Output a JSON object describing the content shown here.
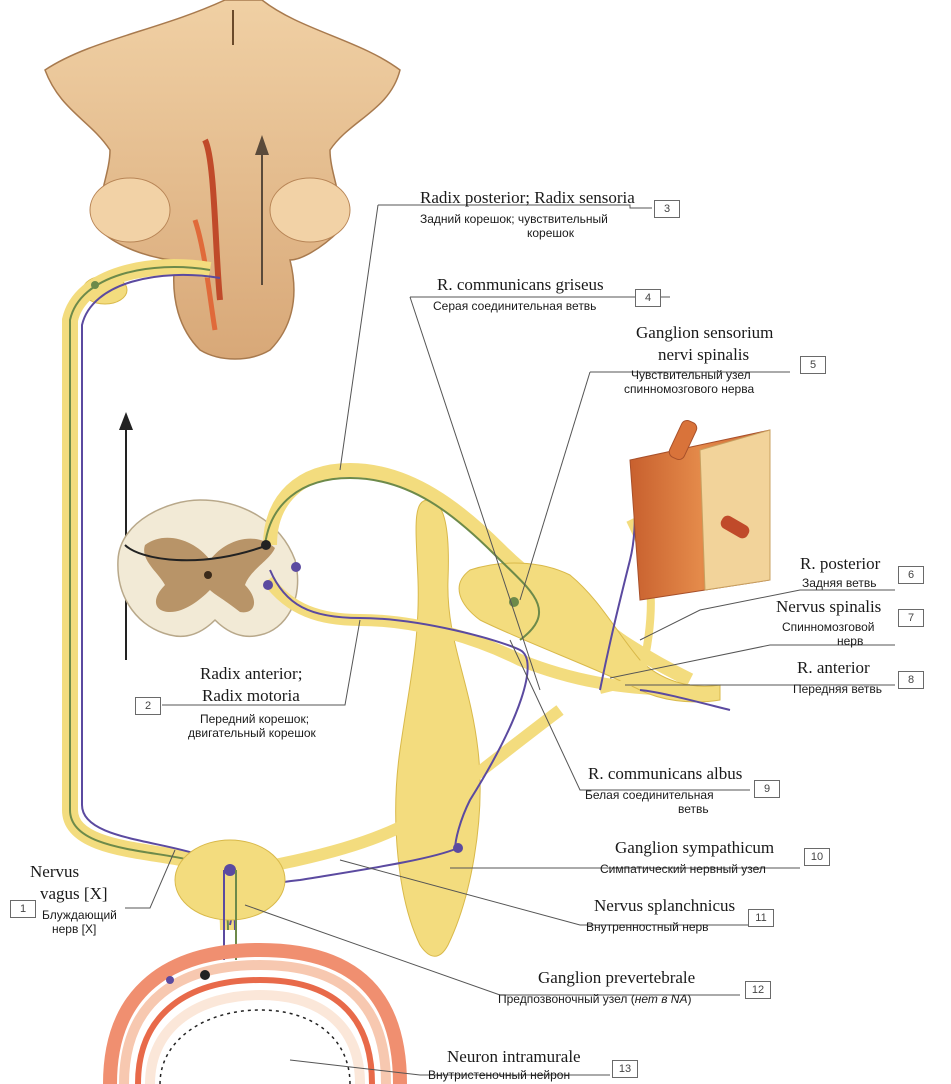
{
  "labels": [
    {
      "num": "1",
      "latin": [
        "Nervus",
        "vagus [X]"
      ],
      "russian": [
        "Блуждающий",
        "нерв [X]"
      ]
    },
    {
      "num": "2",
      "latin": [
        "Radix anterior;",
        "Radix motoria"
      ],
      "russian": [
        "Передний корешок;",
        "двигательный корешок"
      ]
    },
    {
      "num": "3",
      "latin": [
        "Radix posterior; Radix sensoria"
      ],
      "russian": [
        "Задний корешок; чувствительный",
        "корешок"
      ]
    },
    {
      "num": "4",
      "latin": [
        "R. communicans griseus"
      ],
      "russian": [
        "Серая соединительная ветвь"
      ]
    },
    {
      "num": "5",
      "latin": [
        "Ganglion sensorium",
        "nervi spinalis"
      ],
      "russian": [
        "Чувствительный узел",
        "спинномозгового нерва"
      ]
    },
    {
      "num": "6",
      "latin": [
        "R. posterior"
      ],
      "russian": [
        "Задняя ветвь"
      ]
    },
    {
      "num": "7",
      "latin": [
        "Nervus spinalis"
      ],
      "russian": [
        "Спинномозговой",
        "нерв"
      ]
    },
    {
      "num": "8",
      "latin": [
        "R. anterior"
      ],
      "russian": [
        "Передняя ветвь"
      ]
    },
    {
      "num": "9",
      "latin": [
        "R. communicans albus"
      ],
      "russian": [
        "Белая соединительная",
        "ветвь"
      ]
    },
    {
      "num": "10",
      "latin": [
        "Ganglion sympathicum"
      ],
      "russian": [
        "Симпатический нервный узел"
      ]
    },
    {
      "num": "11",
      "latin": [
        "Nervus splanchnicus"
      ],
      "russian": [
        "Внутренностный нерв"
      ]
    },
    {
      "num": "12",
      "latin": [
        "Ganglion prevertebrale"
      ],
      "russian": [
        "Предпозвоночный узел (",
        "нет в NA",
        ")"
      ]
    },
    {
      "num": "13",
      "latin": [
        "Neuron intramurale"
      ],
      "russian": [
        "Внутристеночный нейрон"
      ]
    }
  ],
  "colors": {
    "nerve_yellow": "#f3dc7e",
    "nerve_outline": "#d9b94a",
    "sensory_fiber": "#6d8a4a",
    "motor_fiber": "#5b4aa0",
    "brainstem": "#e3b98a",
    "gray_matter": "#b89468",
    "muscle": "#d9733a",
    "gut_outer": "#f08f70"
  }
}
